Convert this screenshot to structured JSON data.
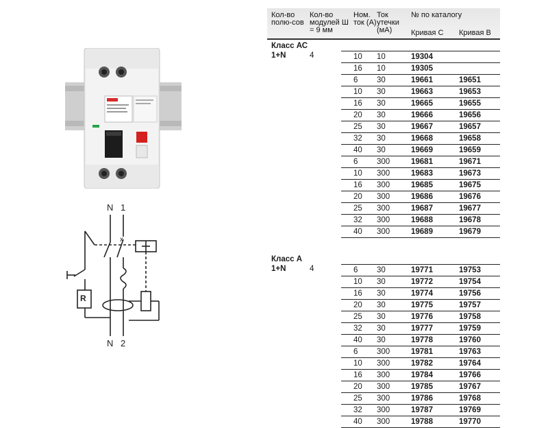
{
  "header": {
    "poles": "Кол-во полю-сов",
    "modules": "Кол-во модулей Ш = 9 мм",
    "rated": "Ном. ток (А)",
    "leak": "Ток утечки (мА)",
    "catalog": "№ по каталогу",
    "curve_c": "Кривая С",
    "curve_b": "Кривая В"
  },
  "sections": [
    {
      "title": "Класс АС",
      "poles": "1+N",
      "modules": "4",
      "rows": [
        [
          "10",
          "10",
          "19304",
          ""
        ],
        [
          "16",
          "10",
          "19305",
          ""
        ],
        [
          "6",
          "30",
          "19661",
          "19651"
        ],
        [
          "10",
          "30",
          "19663",
          "19653"
        ],
        [
          "16",
          "30",
          "19665",
          "19655"
        ],
        [
          "20",
          "30",
          "19666",
          "19656"
        ],
        [
          "25",
          "30",
          "19667",
          "19657"
        ],
        [
          "32",
          "30",
          "19668",
          "19658"
        ],
        [
          "40",
          "30",
          "19669",
          "19659"
        ],
        [
          "6",
          "300",
          "19681",
          "19671"
        ],
        [
          "10",
          "300",
          "19683",
          "19673"
        ],
        [
          "16",
          "300",
          "19685",
          "19675"
        ],
        [
          "20",
          "300",
          "19686",
          "19676"
        ],
        [
          "25",
          "300",
          "19687",
          "19677"
        ],
        [
          "32",
          "300",
          "19688",
          "19678"
        ],
        [
          "40",
          "300",
          "19689",
          "19679"
        ]
      ]
    },
    {
      "title": "Класс А",
      "poles": "1+N",
      "modules": "4",
      "rows": [
        [
          "6",
          "30",
          "19771",
          "19753"
        ],
        [
          "10",
          "30",
          "19772",
          "19754"
        ],
        [
          "16",
          "30",
          "19774",
          "19756"
        ],
        [
          "20",
          "30",
          "19775",
          "19757"
        ],
        [
          "25",
          "30",
          "19776",
          "19758"
        ],
        [
          "32",
          "30",
          "19777",
          "19759"
        ],
        [
          "40",
          "30",
          "19778",
          "19760"
        ],
        [
          "6",
          "300",
          "19781",
          "19763"
        ],
        [
          "10",
          "300",
          "19782",
          "19764"
        ],
        [
          "16",
          "300",
          "19784",
          "19766"
        ],
        [
          "20",
          "300",
          "19785",
          "19767"
        ],
        [
          "25",
          "300",
          "19786",
          "19768"
        ],
        [
          "32",
          "300",
          "19787",
          "19769"
        ],
        [
          "40",
          "300",
          "19788",
          "19770"
        ]
      ]
    }
  ],
  "schematic": {
    "top_left": "N",
    "top_right": "1",
    "bottom_left": "N",
    "bottom_right": "2",
    "resistor": "R"
  },
  "icons": {
    "photo": "circuit-breaker-photo",
    "diagram": "rcd-wiring-schematic"
  }
}
